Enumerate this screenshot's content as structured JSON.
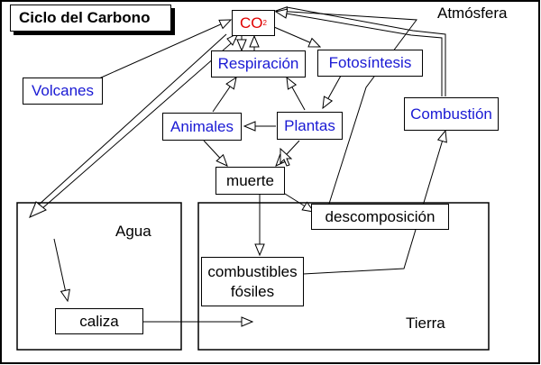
{
  "title": "Ciclo del Carbono",
  "regions": {
    "atmosphere": "Atmósfera",
    "water": "Agua",
    "land": "Tierra"
  },
  "nodes": {
    "co2": {
      "main": "CO",
      "sub": "2"
    },
    "respiracion": "Respiración",
    "fotosintesis": "Fotosíntesis",
    "volcanes": "Volcanes",
    "animales": "Animales",
    "plantas": "Plantas",
    "combustion": "Combustión",
    "muerte": "muerte",
    "descomposicion": "descomposición",
    "combustibles_line1": "combustibles",
    "combustibles_line2": "fósiles",
    "caliza": "caliza"
  },
  "colors": {
    "process_text": "#1a1ad4",
    "co2_text": "#e00000",
    "outline": "#000000",
    "background": "#ffffff"
  }
}
